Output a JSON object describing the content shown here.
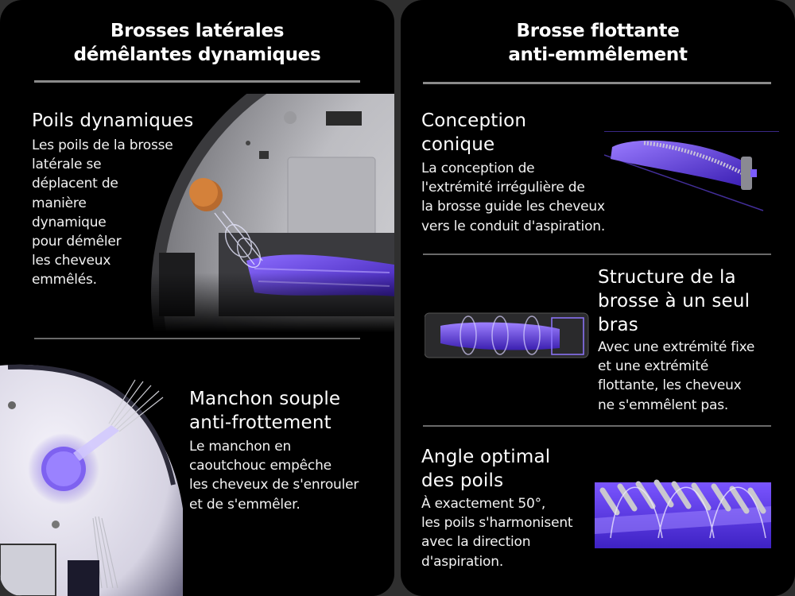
{
  "colors": {
    "page_background": "#2f2f2f",
    "panel_background": "#000000",
    "divider": "#8a8a8a",
    "accent_purple": "#6a3bff",
    "accent_orange": "#c8692a"
  },
  "left_panel": {
    "title_lines": [
      "Brosses latérales",
      "démêlantes dynamiques"
    ],
    "sections": [
      {
        "title_lines": [
          "Poils dynamiques"
        ],
        "body_lines": [
          "Les poils de la brosse",
          "latérale se",
          "déplacent de",
          "manière",
          "dynamique",
          "pour démêler",
          "les cheveux",
          "emmêlés."
        ],
        "image": "robot-underside-side-brush-illustration"
      },
      {
        "title_lines": [
          "Manchon souple",
          "anti-frottement"
        ],
        "body_lines": [
          "Le manchon en",
          "caoutchouc empêche",
          "les cheveux de s'enrouler",
          "et de s'emmêler."
        ],
        "image": "side-brush-rubber-sleeve-illustration"
      }
    ]
  },
  "right_panel": {
    "title_lines": [
      "Brosse flottante",
      "anti-emmêlement"
    ],
    "sections": [
      {
        "title_lines": [
          "Conception",
          "conique"
        ],
        "body_lines": [
          "La conception de",
          "l'extrémité irrégulière de",
          "la brosse guide les cheveux",
          "vers le conduit d'aspiration."
        ],
        "image": "conical-brush-roll-illustration"
      },
      {
        "title_lines": [
          "Structure de la",
          "brosse à un seul",
          "bras"
        ],
        "body_lines": [
          "Avec une extrémité fixe",
          "et une extrémité",
          "flottante, les cheveux",
          "ne s'emmêlent pas."
        ],
        "image": "single-arm-brush-roll-illustration"
      },
      {
        "title_lines": [
          "Angle optimal",
          "des poils"
        ],
        "body_lines": [
          "À exactement 50°,",
          "les poils s'harmonisent",
          "avec la direction",
          "d'aspiration."
        ],
        "image": "bristle-angle-illustration"
      }
    ]
  }
}
